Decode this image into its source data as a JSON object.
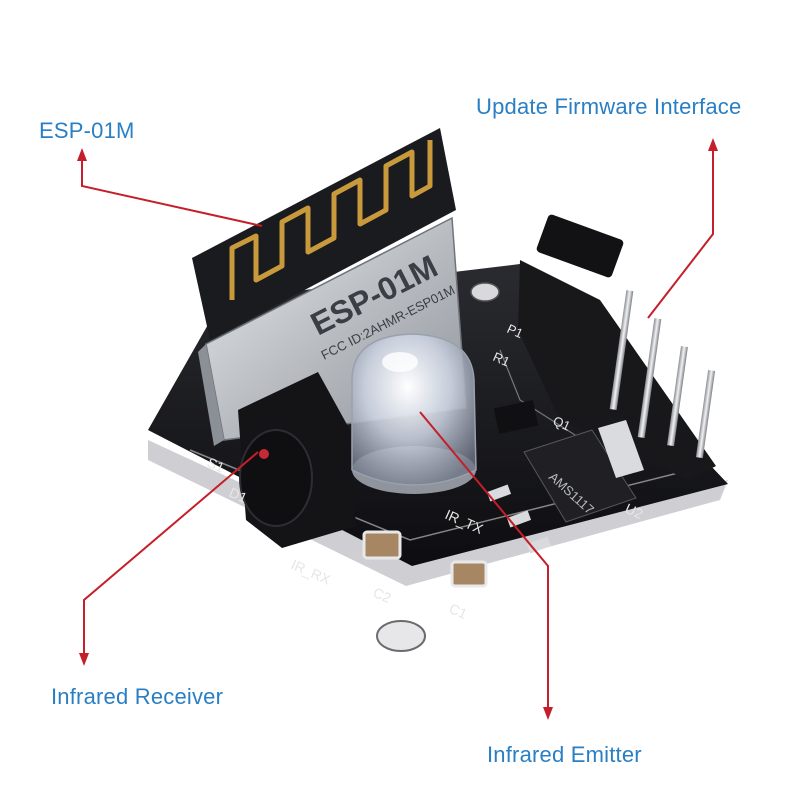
{
  "callouts": {
    "esp01m": "ESP-01M",
    "firmware": "Update Firmware Interface",
    "receiver": "Infrared Receiver",
    "emitter": "Infrared Emitter"
  },
  "module": {
    "chip_name": "ESP-01M",
    "fcc_id": "FCC ID:2AHMR-ESP01M",
    "regulator": "AMS1117",
    "silkscreen": {
      "ir_rx": "IR_RX",
      "ir_tx": "IR_TX",
      "c1": "C1",
      "c2": "C2",
      "u2": "U2",
      "q1": "Q1",
      "r1": "R1",
      "p1": "P1",
      "d1": "D1",
      "s1": "S1"
    }
  },
  "colors": {
    "label_text": "#2a7fc4",
    "leader_line": "#c41f2a",
    "pcb": "#16161a",
    "pcb_edge": "#c9c9cc",
    "antenna_gold": "#c89a3c",
    "shield_metal": "#cfd2d6"
  }
}
